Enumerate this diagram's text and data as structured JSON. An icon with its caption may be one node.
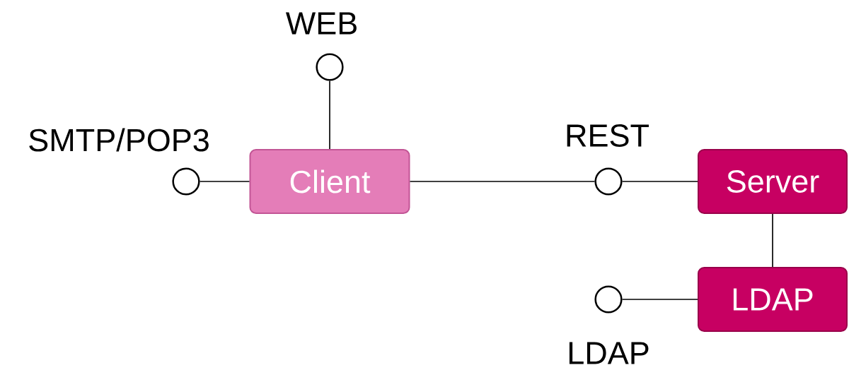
{
  "diagram": {
    "nodes": [
      {
        "text": [
          "Client"
        ]
      },
      {
        "text": [
          "Server"
        ]
      },
      {
        "text": [
          "LDAP"
        ]
      },
      {
        "text": [],
        "shape": "circle",
        "beside": [
          "WEB"
        ]
      },
      {
        "text": [],
        "shape": "circle",
        "beside": [
          "SMTP/POP3"
        ]
      },
      {
        "text": [],
        "shape": "circle",
        "beside": [
          "REST"
        ]
      },
      {
        "text": [],
        "shape": "circle",
        "beside": [
          "LDAP"
        ]
      }
    ],
    "edges": [
      {
        "from": 3,
        "to": 0,
        "arrow": "none"
      },
      {
        "from": 4,
        "to": 0,
        "arrow": "none"
      },
      {
        "from": 0,
        "to": 5,
        "arrow": "none"
      },
      {
        "from": 5,
        "to": 1,
        "arrow": "none"
      },
      {
        "from": 1,
        "to": 2,
        "arrow": "none"
      },
      {
        "from": 6,
        "to": 2,
        "arrow": "none"
      }
    ]
  }
}
